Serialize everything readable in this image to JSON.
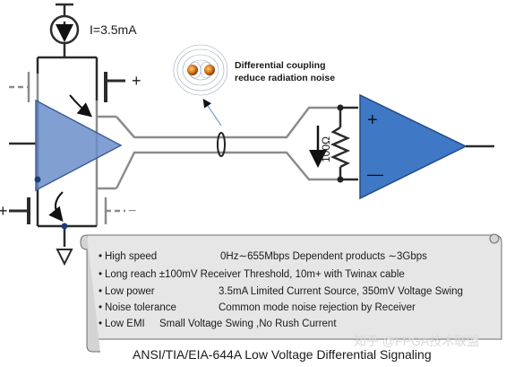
{
  "diagram": {
    "current_source_label": "I=3.5mA",
    "coupling_note_line1": "Differential coupling",
    "coupling_note_line2": "reduce radiation noise",
    "resistor_label": "100Ω",
    "plus_sign": "+",
    "minus_sign": "−",
    "left_input_minus": "−",
    "gate_minus_top": "−",
    "gate_minus_bottom": "−",
    "gate_plus_top": "+",
    "gate_plus_bottom": "+",
    "rx_plus": "+",
    "rx_minus": "—"
  },
  "features": [
    {
      "bullet": "•",
      "name": "High speed",
      "desc": "0Hz∼655Mbps    Dependent products ∼3Gbps"
    },
    {
      "bullet": "•",
      "name": "Long reach ±100mV Receiver Threshold, 10m+ with Twinax cable",
      "desc": ""
    },
    {
      "bullet": "•",
      "name": "Low  power",
      "desc": "3.5mA Limited Current Source, 350mV Voltage Swing"
    },
    {
      "bullet": "•",
      "name": "Noise tolerance",
      "desc": "Common mode noise rejection by Receiver"
    },
    {
      "bullet": "•",
      "name": "Low EMI",
      "desc": "Small Voltage Swing ,No Rush Current"
    }
  ],
  "caption": "ANSI/TIA/EIA-644A   Low Voltage Differential Signaling",
  "watermark": "知乎 @FPGA技术联盟",
  "colors": {
    "triangle_fill": "#6b8fc9",
    "receiver_fill": "#3f78c5",
    "scroll_fill": "#e6e6e6",
    "line": "#2b2b2b",
    "grey": "#8c8c8c",
    "orange": "#d9741a"
  }
}
